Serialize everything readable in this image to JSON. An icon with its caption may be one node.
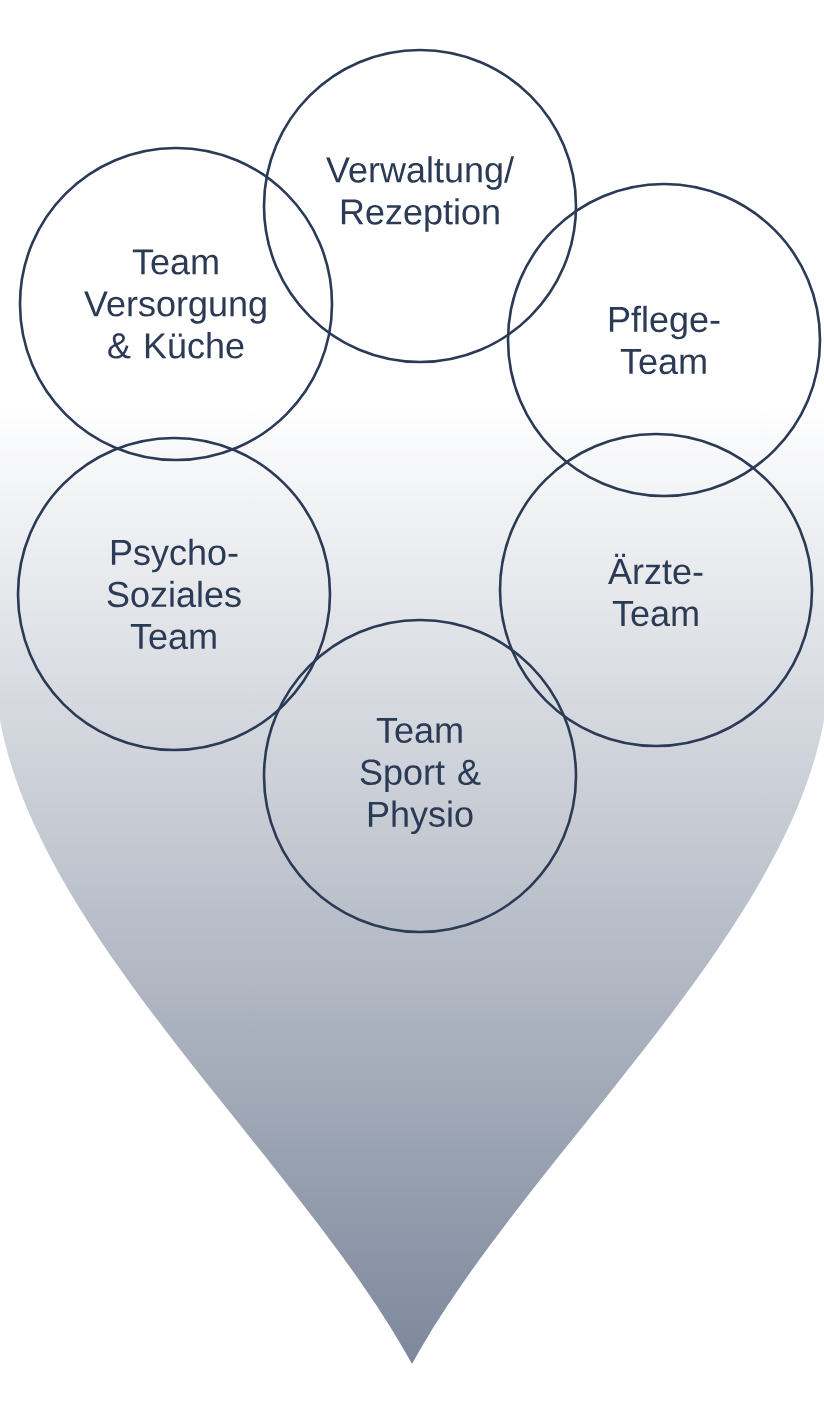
{
  "diagram": {
    "nodes": [
      {
        "text": [
          "Verwaltung/ Rezeption"
        ]
      },
      {
        "text": [
          "Team Versorgung & Küche"
        ]
      },
      {
        "text": [
          "Pflege- Team"
        ]
      },
      {
        "text": [
          "Psycho- Soziales Team"
        ]
      },
      {
        "text": [
          "Ärzte- Team"
        ]
      },
      {
        "text": [
          "Team Sport & Physio"
        ]
      }
    ]
  }
}
